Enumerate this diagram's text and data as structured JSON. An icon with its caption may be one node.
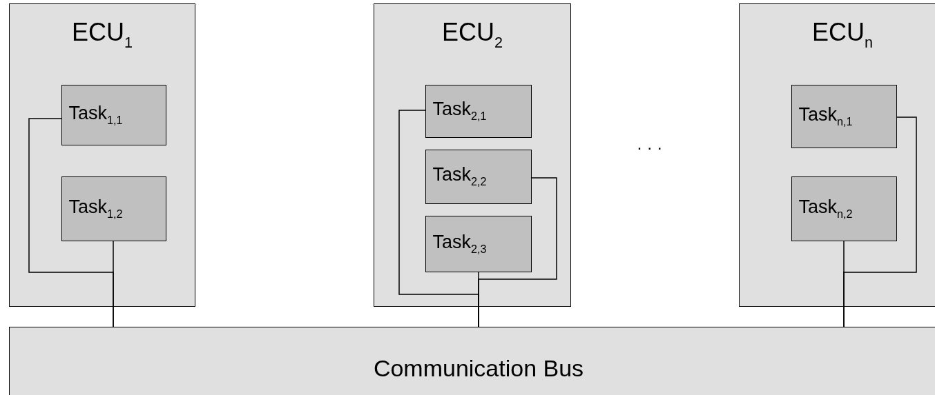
{
  "diagram": {
    "nodes": [
      {
        "text": [
          "ECU$_{1}$"
        ]
      },
      {
        "text": [
          "Task$_{1,1}$"
        ],
        "in": 0
      },
      {
        "text": [
          "Task$_{1,2}$"
        ],
        "in": 0
      },
      {
        "text": [
          "ECU$_{2}$"
        ]
      },
      {
        "text": [
          "Task$_{2,1}$"
        ],
        "in": 3
      },
      {
        "text": [
          "Task$_{2,2}$"
        ],
        "in": 3
      },
      {
        "text": [
          "Task$_{2,3}$"
        ],
        "in": 3
      },
      {
        "text": [
          "ECU$_{n}$"
        ]
      },
      {
        "text": [
          "Task$_{n,1}$"
        ],
        "in": 7
      },
      {
        "text": [
          "Task$_{n,2}$"
        ],
        "in": 7
      },
      {
        "text": [
          "Communication Bus"
        ]
      }
    ],
    "edges": [
      {
        "from": 1,
        "to": 10,
        "arrow": "none"
      },
      {
        "from": 2,
        "to": 10,
        "arrow": "none"
      },
      {
        "from": 4,
        "to": 10,
        "arrow": "none"
      },
      {
        "from": 5,
        "to": 10,
        "arrow": "none"
      },
      {
        "from": 6,
        "to": 10,
        "arrow": "none"
      },
      {
        "from": 8,
        "to": 10,
        "arrow": "none"
      },
      {
        "from": 9,
        "to": 10,
        "arrow": "none"
      }
    ],
    "labels": [
      "· · ·"
    ]
  }
}
